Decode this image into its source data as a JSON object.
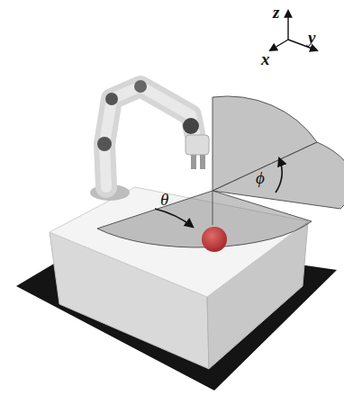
{
  "diagram": {
    "labels": [
      "z",
      "y",
      "x",
      "θ",
      "ϕ"
    ]
  }
}
